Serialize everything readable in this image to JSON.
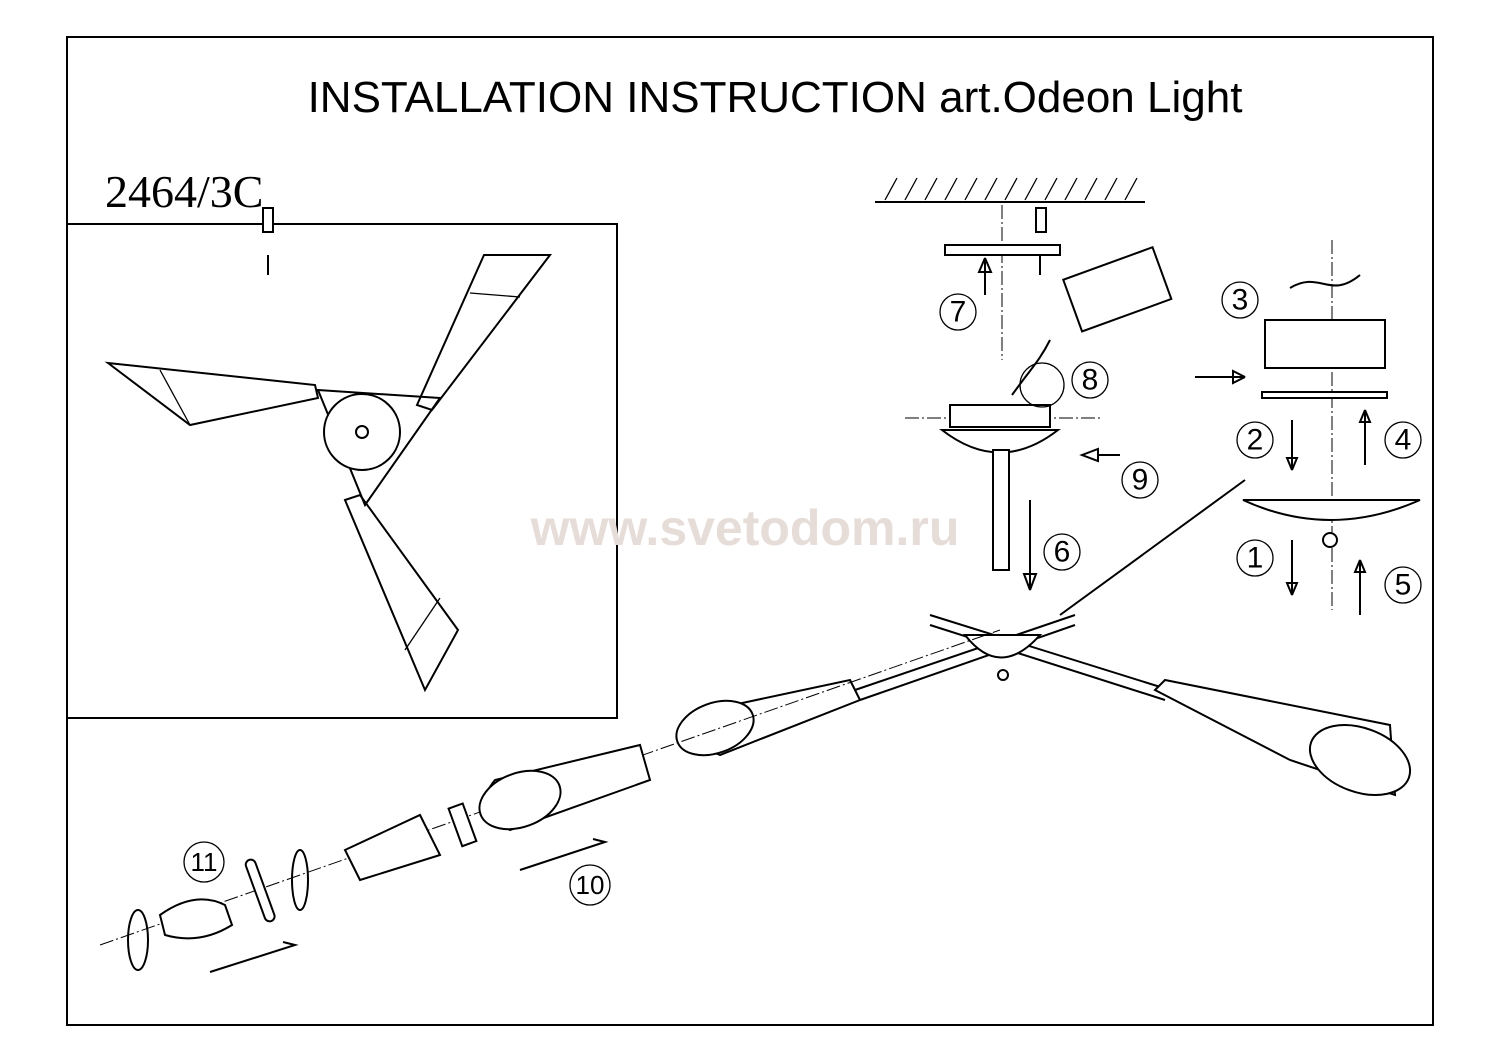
{
  "title": "INSTALLATION INSTRUCTION art.Odeon Light",
  "model": "2464/3C",
  "watermark": "www.svetodom.ru",
  "steps": [
    "1",
    "2",
    "3",
    "4",
    "5",
    "6",
    "7",
    "8",
    "9",
    "10",
    "11"
  ]
}
